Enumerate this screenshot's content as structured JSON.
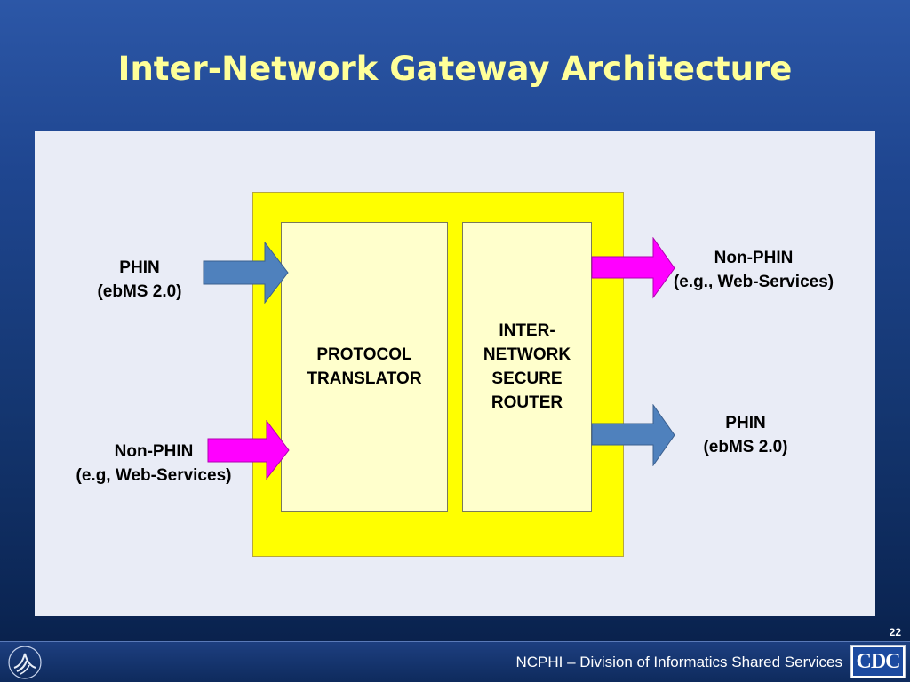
{
  "slide": {
    "title": "Inter-Network Gateway Architecture",
    "page_number": "22",
    "footer": "NCPHI – Division of Informatics Shared Services"
  },
  "diagram": {
    "protocol_translator": "PROTOCOL\nTRANSLATOR",
    "router": "INTER-\nNETWORK\nSECURE\nROUTER",
    "inputs": [
      {
        "label": "PHIN\n(ebMS 2.0)",
        "arrow_color": "#4f81bd"
      },
      {
        "label": "Non-PHIN\n(e.g, Web-Services)",
        "arrow_color": "#ff00ff"
      }
    ],
    "outputs": [
      {
        "label": "Non-PHIN\n(e.g., Web-Services)",
        "arrow_color": "#ff00ff"
      },
      {
        "label": "PHIN\n(ebMS 2.0)",
        "arrow_color": "#4f81bd"
      }
    ]
  },
  "logos": {
    "hhs": "hhs-eagle-icon",
    "cdc": "CDC"
  },
  "colors": {
    "title": "#ffff99",
    "gateway_box": "#ffff00",
    "inner_box": "#ffffcc",
    "panel": "#e9ecf6"
  }
}
